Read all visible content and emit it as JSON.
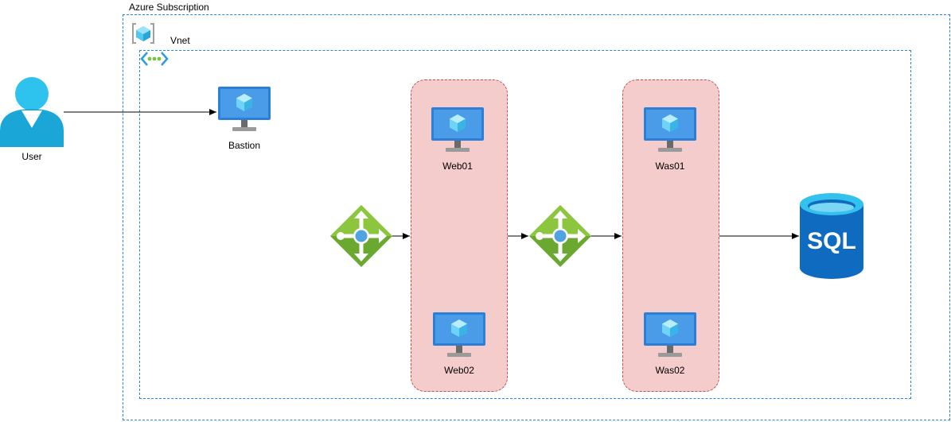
{
  "subscription": {
    "label": "Azure Subscription"
  },
  "vnet": {
    "label": "Vnet"
  },
  "nodes": {
    "user": "User",
    "bastion": "Bastion",
    "web01": "Web01",
    "web02": "Web02",
    "was01": "Was01",
    "was02": "Was02",
    "sql": "SQL"
  },
  "icons": {
    "subscription": "subscription-icon",
    "vnet": "virtual-network-icon",
    "user": "user-icon",
    "vm": "virtual-machine-icon",
    "load_balancer": "load-balancer-icon",
    "database": "sql-database-icon"
  },
  "colors": {
    "container_border": "#1e88e5",
    "tier_fill": "#f5cccc",
    "tier_border": "#b85450",
    "vm_blue": "#2b7fd6",
    "lb_green": "#7cb83a",
    "sql_blue": "#0f6bbf"
  }
}
